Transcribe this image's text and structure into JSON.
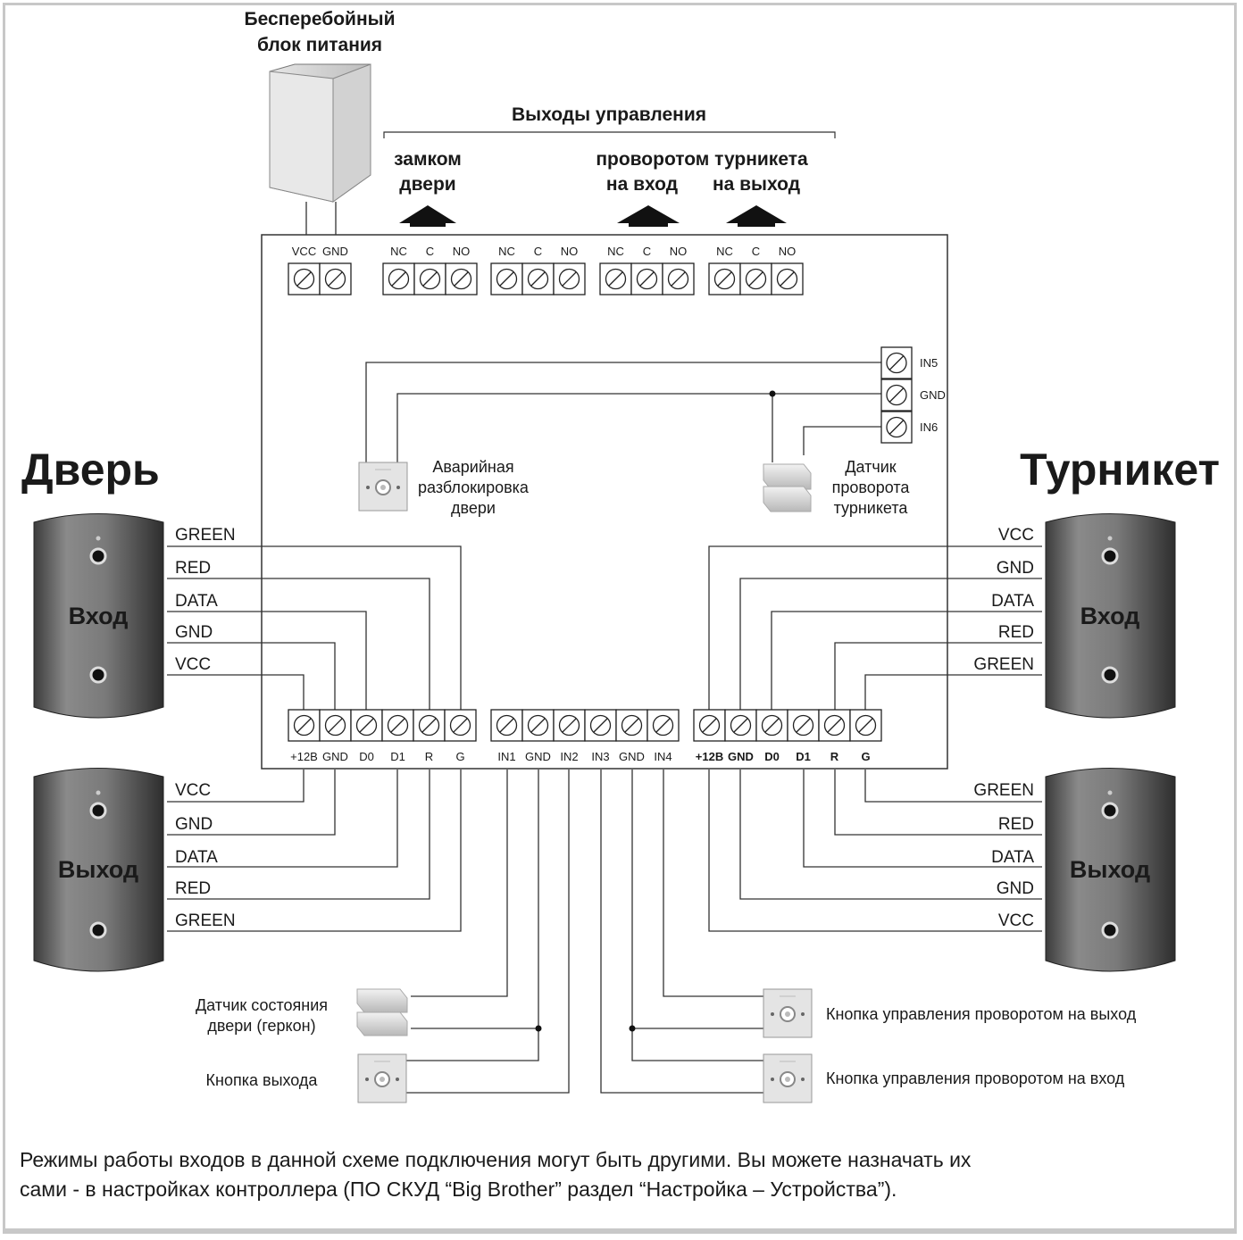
{
  "ups": {
    "line1": "Бесперебойный",
    "line2": "блок питания"
  },
  "outputs_title": "Выходы управления",
  "out_lock": {
    "line1": "замком",
    "line2": "двери"
  },
  "out_turn": {
    "line1": "проворотом турникета",
    "in": "на вход",
    "out": "на выход"
  },
  "power_terms": [
    "VCC",
    "GND"
  ],
  "relay_terms": [
    "NC",
    "C",
    "NO"
  ],
  "side_terms": [
    "IN5",
    "GND",
    "IN6"
  ],
  "emergency": {
    "line1": "Аварийная",
    "line2": "разблокировка",
    "line3": "двери"
  },
  "turn_sensor": {
    "line1": "Датчик",
    "line2": "проворота",
    "line3": "турникета"
  },
  "door_title": "Дверь",
  "turn_title": "Турникет",
  "reader_in": "Вход",
  "reader_out": "Выход",
  "wires_left_top": [
    "GREEN",
    "RED",
    "DATA",
    "GND",
    "VCC"
  ],
  "wires_left_bottom": [
    "VCC",
    "GND",
    "DATA",
    "RED",
    "GREEN"
  ],
  "wires_right_top": [
    "VCC",
    "GND",
    "DATA",
    "RED",
    "GREEN"
  ],
  "wires_right_bottom": [
    "GREEN",
    "RED",
    "DATA",
    "GND",
    "VCC"
  ],
  "bottom_terms_left": [
    "+12В",
    "GND",
    "D0",
    "D1",
    "R",
    "G"
  ],
  "bottom_terms_mid": [
    "IN1",
    "GND",
    "IN2",
    "IN3",
    "GND",
    "IN4"
  ],
  "bottom_terms_right": [
    "+12В",
    "GND",
    "D0",
    "D1",
    "R",
    "G"
  ],
  "door_sensor": {
    "line1": "Датчик состояния",
    "line2": "двери (геркон)"
  },
  "exit_button": "Кнопка выхода",
  "btn_out": "Кнопка управления проворотом на выход",
  "btn_in": "Кнопка управления проворотом на вход",
  "note": {
    "line1": "Режимы работы входов в данной схеме подключения могут быть другими. Вы можете назначать их",
    "line2": "сами - в настройках контроллера (ПО СКУД “Big Brother” раздел “Настройка – Устройства”)."
  }
}
